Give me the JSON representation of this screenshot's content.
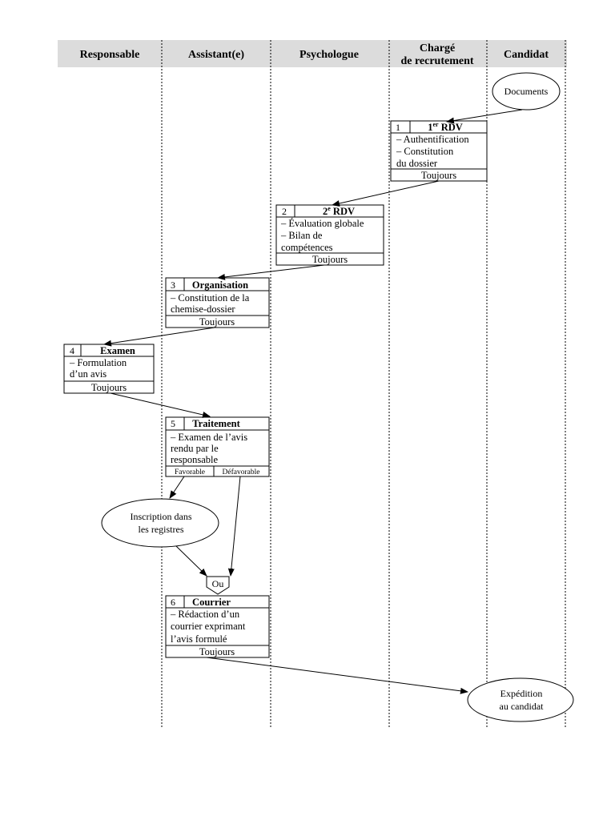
{
  "lanes": [
    "Responsable",
    "Assistant(e)",
    "Psychologue",
    "Chargé\nde recrutement",
    "Candidat"
  ],
  "steps": [
    {
      "num": "1",
      "title": "RDV",
      "title_prefix": "1",
      "title_sup": "er",
      "lines": [
        "– Authentification",
        "– Constitution",
        "du dossier"
      ],
      "footer": "Toujours"
    },
    {
      "num": "2",
      "title": "RDV",
      "title_prefix": "2",
      "title_sup": "e",
      "lines": [
        "– Évaluation globale",
        "– Bilan de",
        "compétences"
      ],
      "footer": "Toujours"
    },
    {
      "num": "3",
      "title": "Organisation",
      "lines": [
        "– Constitution de la",
        "chemise-dossier"
      ],
      "footer": "Toujours"
    },
    {
      "num": "4",
      "title": "Examen",
      "lines": [
        "– Formulation",
        "d’un avis"
      ],
      "footer": "Toujours"
    },
    {
      "num": "5",
      "title": "Traitement",
      "lines": [
        "– Examen de l’avis",
        "rendu par le",
        "responsable"
      ],
      "footer_left": "Favorable",
      "footer_right": "Défavorable"
    },
    {
      "num": "6",
      "title": "Courrier",
      "lines": [
        "– Rédaction d’un",
        "courrier exprimant",
        "l’avis formulé"
      ],
      "footer": "Toujours"
    }
  ],
  "ovals": {
    "documents": "Documents",
    "inscription": [
      "Inscription dans",
      "les registres"
    ],
    "expedition": [
      "Expédition",
      "au candidat"
    ]
  },
  "junction": "Ou",
  "colors": {
    "header_band": "#dcdcdc",
    "line": "#000000"
  }
}
